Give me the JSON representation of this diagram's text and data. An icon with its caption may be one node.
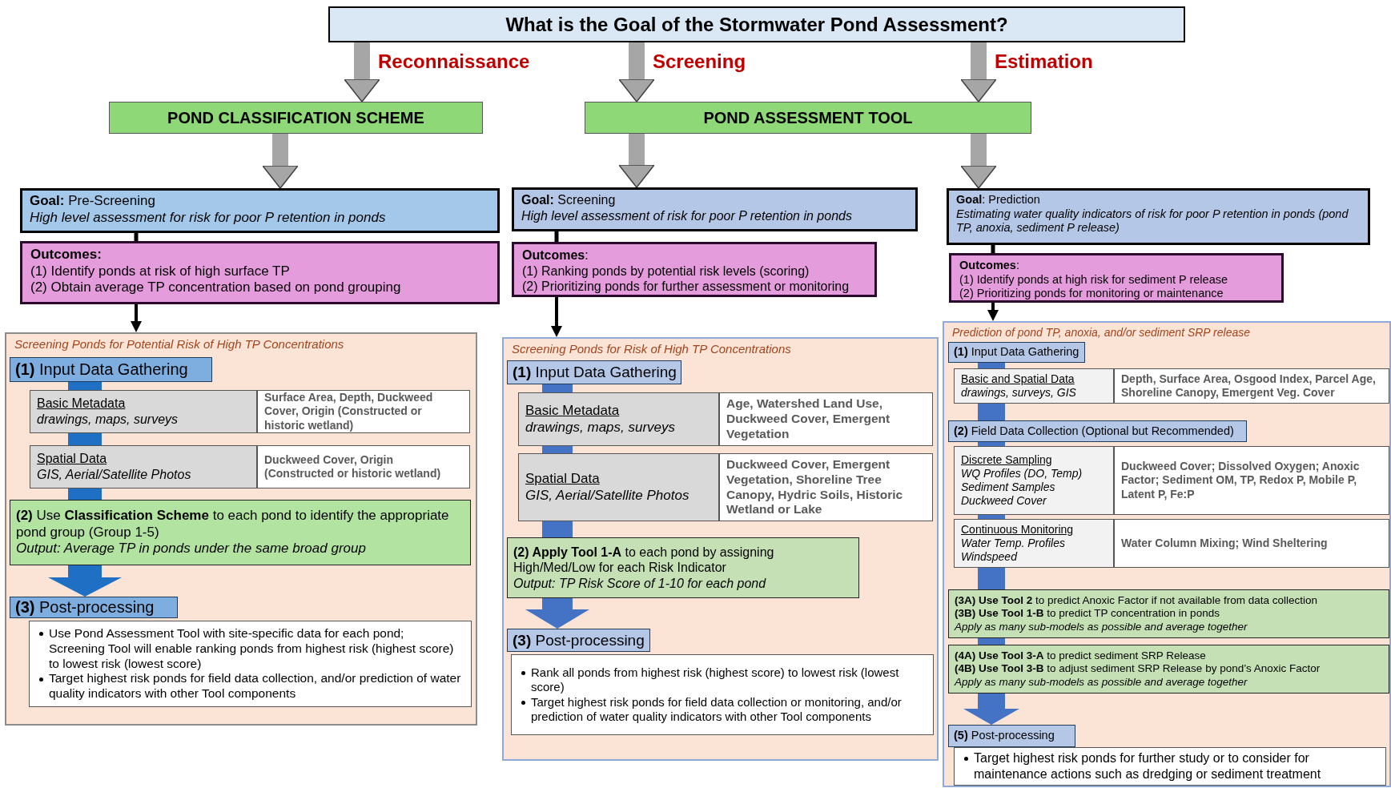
{
  "diagram": {
    "nodes": [
      {
        "text": [
          "What is the Goal of the Stormwater Pond Assessment?"
        ]
      },
      {
        "text": [
          "POND CLASSIFICATION SCHEME"
        ]
      },
      {
        "text": [
          "POND ASSESSMENT TOOL"
        ]
      },
      {
        "text": [
          "**Goal:** Pre-Screening",
          "High level assessment for risk for poor P retention in ponds"
        ]
      },
      {
        "text": [
          "**Outcomes:**",
          "(1) Identify ponds at risk of high surface TP",
          "(2) Obtain average TP concentration based on pond grouping"
        ]
      },
      {
        "text": [
          "Screening Ponds for Potential Risk of High TP Concentrations"
        ]
      },
      {
        "text": [
          "**(1)** Input Data Gathering"
        ],
        "in": 5
      },
      {
        "text": [
          "Basic Metadata",
          "drawings, maps, surveys"
        ],
        "in": 5
      },
      {
        "text": [
          "Surface Area, Depth, Duckweed Cover, Origin (Constructed or historic wetland)"
        ],
        "in": 5
      },
      {
        "text": [
          "Spatial Data",
          "GIS, Aerial/Satellite Photos"
        ],
        "in": 5
      },
      {
        "text": [
          "Duckweed Cover, Origin (Constructed or historic wetland)"
        ],
        "in": 5
      },
      {
        "text": [
          "**(2)** Use **Classification Scheme** to each pond to identify the appropriate pond group (Group 1-5)",
          "Output: Average TP in ponds under the same broad group"
        ],
        "in": 5
      },
      {
        "text": [
          "**(3)** Post-processing"
        ],
        "in": 5
      },
      {
        "text": [
          "Use Pond Assessment Tool with site-specific data for each pond; Screening Tool will enable ranking ponds from highest risk (highest score) to lowest risk (lowest score)",
          "Target highest risk ponds for field data collection, and/or prediction of water quality indicators with other Tool components"
        ],
        "in": 5
      },
      {
        "text": [
          "**Goal:** Screening",
          "High level assessment of risk for poor P retention in ponds"
        ]
      },
      {
        "text": [
          "**Outcomes**:",
          "(1) Ranking ponds by potential risk levels (scoring)",
          "(2) Prioritizing ponds for further assessment or monitoring"
        ]
      },
      {
        "text": [
          "Screening Ponds for Risk of High TP Concentrations"
        ]
      },
      {
        "text": [
          "**(1)** Input Data Gathering"
        ],
        "in": 16
      },
      {
        "text": [
          "Basic Metadata",
          "drawings, maps, surveys"
        ],
        "in": 16
      },
      {
        "text": [
          "Age, Watershed Land Use, Duckweed Cover, Emergent Vegetation"
        ],
        "in": 16
      },
      {
        "text": [
          "Spatial Data",
          "GIS, Aerial/Satellite Photos"
        ],
        "in": 16
      },
      {
        "text": [
          "Duckweed Cover, Emergent Vegetation, Shoreline Tree Canopy, Hydric Soils, Historic Wetland or Lake"
        ],
        "in": 16
      },
      {
        "text": [
          "**(2) Apply Tool 1-A** to each pond by assigning High/Med/Low for each Risk Indicator",
          "Output: TP Risk Score of 1-10 for each pond"
        ],
        "in": 16
      },
      {
        "text": [
          "**(3)** Post-processing"
        ],
        "in": 16
      },
      {
        "text": [
          "Rank all ponds from highest risk (highest score) to lowest risk (lowest score)",
          "Target highest risk ponds for field data collection or monitoring, and/or prediction of water quality indicators with other Tool components"
        ],
        "in": 16
      },
      {
        "text": [
          "**Goal**: Prediction",
          "Estimating water quality indicators of risk for poor P retention in ponds (pond TP, anoxia, sediment P release)"
        ]
      },
      {
        "text": [
          "**Outcomes**:",
          "(1) Identify ponds at high risk for sediment P release",
          "(2) Prioritizing ponds for monitoring or maintenance"
        ]
      },
      {
        "text": [
          "Prediction of pond TP, anoxia, and/or sediment SRP release"
        ]
      },
      {
        "text": [
          "**(1)** Input Data Gathering"
        ],
        "in": 27
      },
      {
        "text": [
          "Basic and Spatial Data",
          "drawings, surveys, GIS"
        ],
        "in": 27
      },
      {
        "text": [
          "Depth, Surface Area, Osgood Index, Parcel Age, Shoreline Canopy, Emergent Veg. Cover"
        ],
        "in": 27
      },
      {
        "text": [
          "**(2)** Field Data Collection (Optional but Recommended)"
        ],
        "in": 27
      },
      {
        "text": [
          "Discrete Sampling",
          "WQ Profiles (DO, Temp)",
          "Sediment Samples",
          "Duckweed Cover"
        ],
        "in": 27
      },
      {
        "text": [
          "Duckweed Cover; Dissolved Oxygen; Anoxic Factor; Sediment OM, TP, Redox P, Mobile P, Latent P, Fe:P"
        ],
        "in": 27
      },
      {
        "text": [
          "Continuous Monitoring",
          "Water Temp. Profiles",
          "Windspeed"
        ],
        "in": 27
      },
      {
        "text": [
          "Water Column Mixing; Wind Sheltering"
        ],
        "in": 27
      },
      {
        "text": [
          "**(3A) Use Tool 2** to predict Anoxic Factor if not available from data collection",
          "**(3B) Use Tool 1-B** to predict TP concentration in ponds",
          "Apply as many sub-models as possible and average together"
        ],
        "in": 27
      },
      {
        "text": [
          "**(4A) Use Tool 3-A** to predict sediment SRP Release",
          "**(4B) Use Tool 3-B** to adjust sediment SRP Release by pond’s Anoxic Factor",
          "Apply as many sub-models as possible and average together"
        ],
        "in": 27
      },
      {
        "text": [
          "**(5)** Post-processing"
        ],
        "in": 27
      },
      {
        "text": [
          "Target highest risk ponds for further study or to consider for maintenance actions such as dredging or sediment treatment"
        ],
        "in": 27
      }
    ],
    "edges": [
      {
        "from": 0,
        "to": 1,
        "arrow": "to",
        "label": "Reconnaissance",
        "color": "#a6a6a6"
      },
      {
        "from": 0,
        "to": 2,
        "arrow": "to",
        "label": "Screening",
        "color": "#a6a6a6"
      },
      {
        "from": 0,
        "to": 2,
        "arrow": "to",
        "label": "Estimation",
        "color": "#a6a6a6"
      },
      {
        "from": 1,
        "to": 3,
        "arrow": "to",
        "color": "#a6a6a6"
      },
      {
        "from": 2,
        "to": 14,
        "arrow": "to",
        "color": "#a6a6a6"
      },
      {
        "from": 2,
        "to": 25,
        "arrow": "to",
        "color": "#a6a6a6"
      },
      {
        "from": 3,
        "to": 4,
        "arrow": "none",
        "color": "#000000"
      },
      {
        "from": 4,
        "to": 5,
        "arrow": "to",
        "color": "#000000"
      },
      {
        "from": 6,
        "to": 7,
        "arrow": "none",
        "color": "#1f6fc5"
      },
      {
        "from": 7,
        "to": 9,
        "arrow": "none",
        "color": "#1f6fc5"
      },
      {
        "from": 9,
        "to": 11,
        "arrow": "none",
        "color": "#1f6fc5"
      },
      {
        "from": 11,
        "to": 12,
        "arrow": "to",
        "color": "#1f6fc5"
      },
      {
        "from": 14,
        "to": 15,
        "arrow": "none",
        "color": "#000000"
      },
      {
        "from": 15,
        "to": 16,
        "arrow": "to",
        "color": "#000000"
      },
      {
        "from": 17,
        "to": 18,
        "arrow": "none",
        "color": "#4472c4"
      },
      {
        "from": 18,
        "to": 20,
        "arrow": "none",
        "color": "#4472c4"
      },
      {
        "from": 20,
        "to": 22,
        "arrow": "none",
        "color": "#4472c4"
      },
      {
        "from": 22,
        "to": 23,
        "arrow": "to",
        "color": "#4472c4"
      },
      {
        "from": 25,
        "to": 26,
        "arrow": "none",
        "color": "#000000"
      },
      {
        "from": 26,
        "to": 27,
        "arrow": "to",
        "color": "#000000"
      },
      {
        "from": 28,
        "to": 29,
        "arrow": "none",
        "color": "#4472c4"
      },
      {
        "from": 29,
        "to": 31,
        "arrow": "none",
        "color": "#4472c4"
      },
      {
        "from": 31,
        "to": 32,
        "arrow": "none",
        "color": "#4472c4"
      },
      {
        "from": 32,
        "to": 34,
        "arrow": "none",
        "color": "#4472c4"
      },
      {
        "from": 34,
        "to": 36,
        "arrow": "none",
        "color": "#4472c4"
      },
      {
        "from": 36,
        "to": 37,
        "arrow": "none",
        "color": "#4472c4"
      },
      {
        "from": 37,
        "to": 38,
        "arrow": "to",
        "color": "#4472c4"
      }
    ]
  }
}
